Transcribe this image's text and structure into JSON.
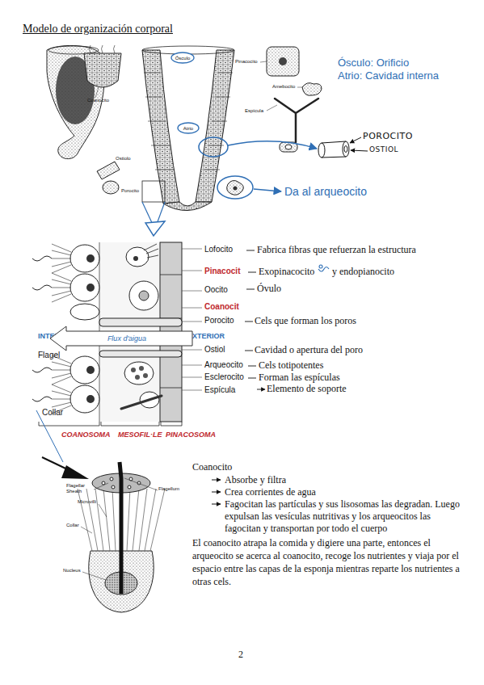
{
  "diagram": {
    "title": "Modelo de organización corporal",
    "nodes": [
      {
        "text": [
          "Ósculo"
        ]
      },
      {
        "text": [
          "Atrio"
        ]
      },
      {
        "text": [
          "Flux d'aigua"
        ]
      }
    ],
    "labels": [
      "Coanocito",
      "Pinacocito",
      "Amebocito",
      "Espícula",
      "Ósculo: Orificio",
      "Atrio: Cavidad interna",
      "POROCITO",
      "OSTIOL",
      "Ostiolo",
      "Porocito",
      "Da al arqueocito",
      "Lofocito",
      "Fabrica fibras que refuerzan la estructura",
      "Pinacocit",
      "Exopinacocito",
      "y endopianocito",
      "Oocito",
      "Óvulo",
      "Coanocit",
      "Porocito",
      "Cels que forman los poros",
      "INTERIOR",
      "EXTERIOR",
      "Flagel",
      "Ostiol",
      "Cavidad o apertura del poro",
      "Arqueocito",
      "Cels totipotentes",
      "Esclerocito",
      "Forman las espículas",
      "Espícula",
      "Elemento de soporte",
      "Collar",
      "COANOSOMA",
      "MESOFIL·LE",
      "PINACOSOMA",
      "Flagellar Sheath",
      "Flagellum",
      "Microvilli",
      "Collar",
      "Nucleus",
      "Coanocito",
      "Absorbe y filtra",
      "Crea corrientes de agua",
      "Fagocitan las partículas y sus lisosomas las degradan. Luego expulsan las vesículas nutritivas y los arqueocitos las fagocitan y transportan por todo el cuerpo",
      "El coanocito atrapa la comida y digiere una parte, entonces el arqueocito se acerca al coanocito, recoge los nutrientes y viaja por el espacio entre las capas de la esponja mientras reparte los nutrientes a otras cels.",
      "2"
    ]
  }
}
